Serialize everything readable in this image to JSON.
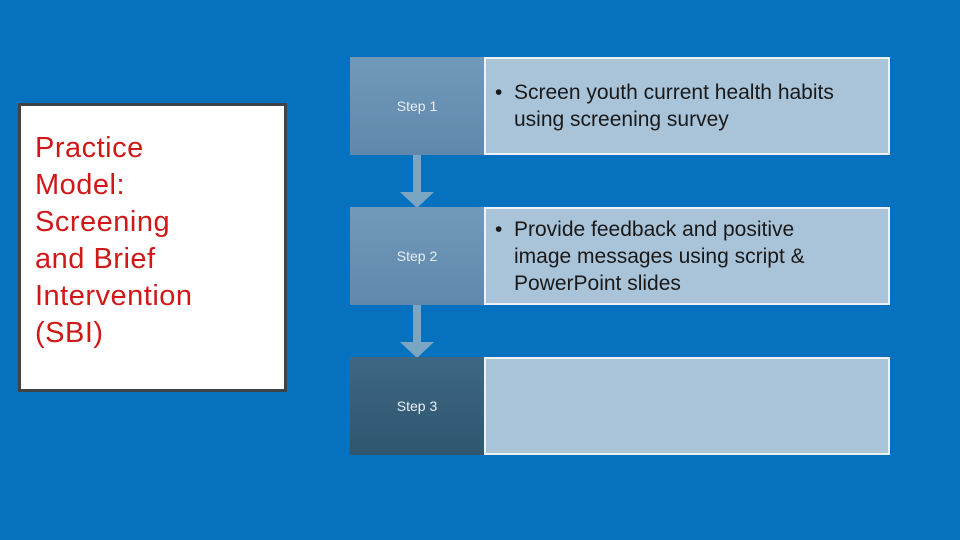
{
  "slide": {
    "background_color": "#0671bf",
    "title_panel": {
      "text": "Practice\nModel:\nScreening\nand Brief\nIntervention\n(SBI)",
      "text_color": "#d01818",
      "fill_color": "#ffffff",
      "border_color": "#3e4347"
    },
    "process": {
      "steps": [
        {
          "label": "Step 1",
          "bullet": "•",
          "text": "Screen youth current health habits\nusing screening survey"
        },
        {
          "label": "Step 2",
          "bullet": "•",
          "text": "Provide feedback and positive\nimage messages using script &\nPowerPoint slides"
        },
        {
          "label": "Step 3",
          "bullet": "",
          "text": ""
        }
      ],
      "label_fill_steps_1_2": "#6c96b7",
      "label_fill_step_3": "#34607d",
      "label_text_color": "#e7eef4",
      "content_fill": "#a9c4d9",
      "content_border": "#ecf2f7",
      "content_text_color": "#191919",
      "arrow_color": "#7aa5c3"
    }
  }
}
